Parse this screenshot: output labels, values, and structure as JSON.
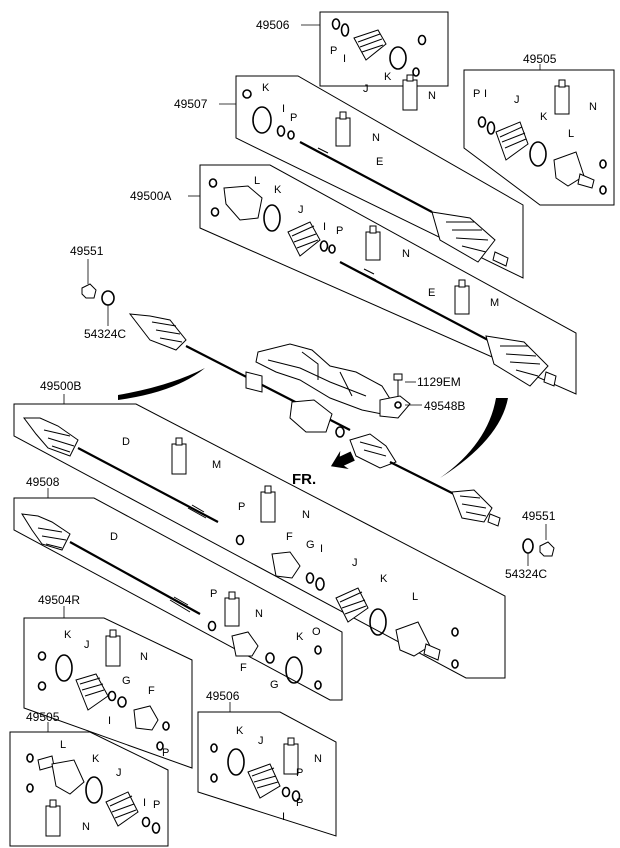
{
  "part_numbers": {
    "p49506_top": "49506",
    "p49505_top": "49505",
    "p49507": "49507",
    "p49500A": "49500A",
    "p49551_left": "49551",
    "p54324C_left": "54324C",
    "p1129EM": "1129EM",
    "p49548B": "49548B",
    "p49500B": "49500B",
    "p49508": "49508",
    "p49551_right": "49551",
    "p54324C_right": "54324C",
    "p49504R": "49504R",
    "p49505_bottom": "49505",
    "p49506_bottom": "49506"
  },
  "direction_label": "FR.",
  "letters": {
    "O": "O",
    "P": "P",
    "I": "I",
    "J": "J",
    "K": "K",
    "N": "N",
    "L": "L",
    "E": "E",
    "M": "M",
    "D": "D",
    "F": "F",
    "G": "G"
  }
}
